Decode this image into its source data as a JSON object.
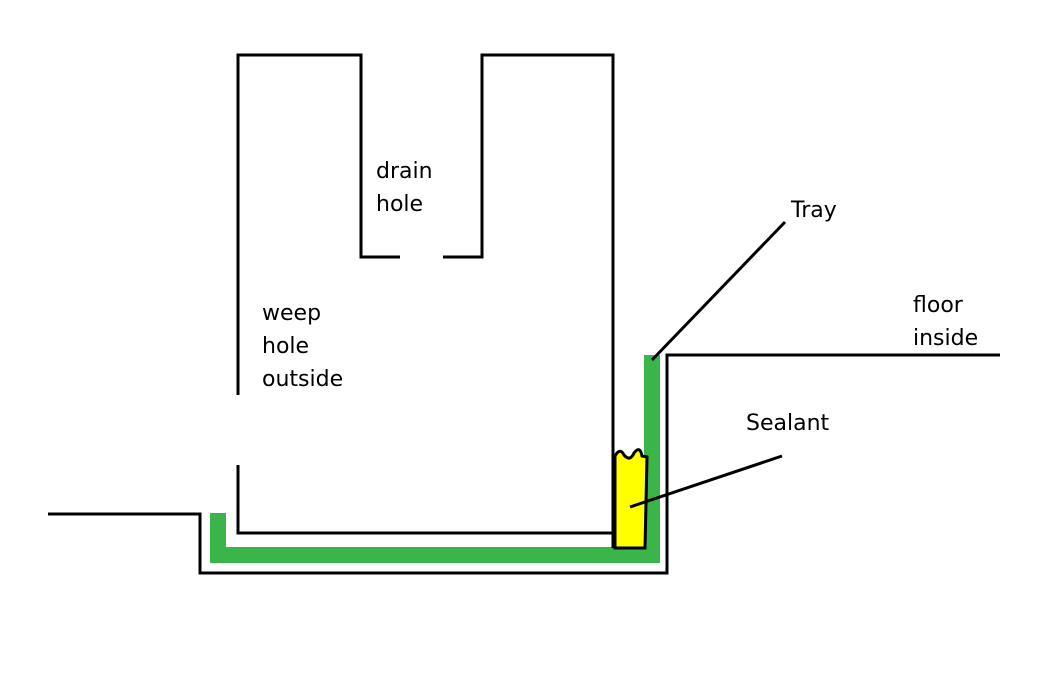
{
  "labels": {
    "drain_hole": [
      "drain",
      "hole"
    ],
    "weep_hole": [
      "weep",
      "hole",
      "outside"
    ],
    "tray": "Tray",
    "floor_inside": [
      "floor",
      "inside"
    ],
    "sealant": "Sealant"
  },
  "colors": {
    "tray": "#3ab54a",
    "sealant": "#ffff00",
    "line": "#000000"
  }
}
